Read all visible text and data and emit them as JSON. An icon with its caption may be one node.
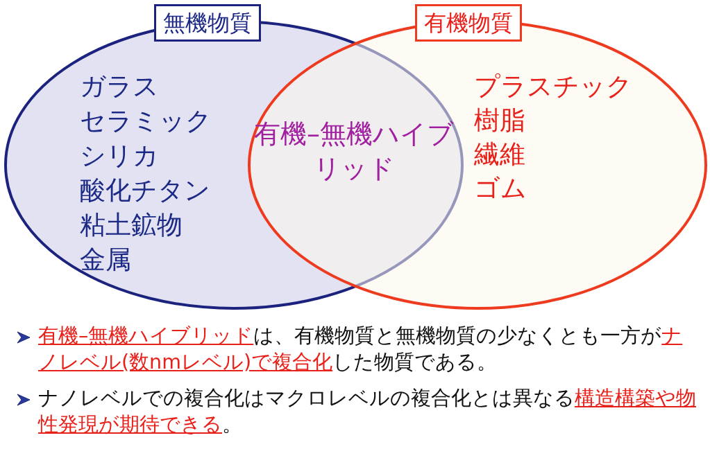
{
  "diagram": {
    "nodes": [
      {
        "text": [
          "無機物質",
          "ガラス",
          "セラミック",
          "シリカ",
          "酸化チタン",
          "粘土鉱物",
          "金属"
        ]
      },
      {
        "text": [
          "有機物質",
          "プラスチック",
          "樹脂",
          "繊維",
          "ゴム"
        ]
      }
    ],
    "edges": [],
    "labels": [
      "有機–無機ハイブリッド",
      "**有機–無機ハイブリッド**は、有機物質と無機物質の少なくとも一方が**ナノレベル(数nmレベル)で複合化**した物質である。",
      "ナノレベルでの複合化はマクロレベルの複合化とは異なる**構造構築や物性発現が期待できる**。"
    ]
  }
}
